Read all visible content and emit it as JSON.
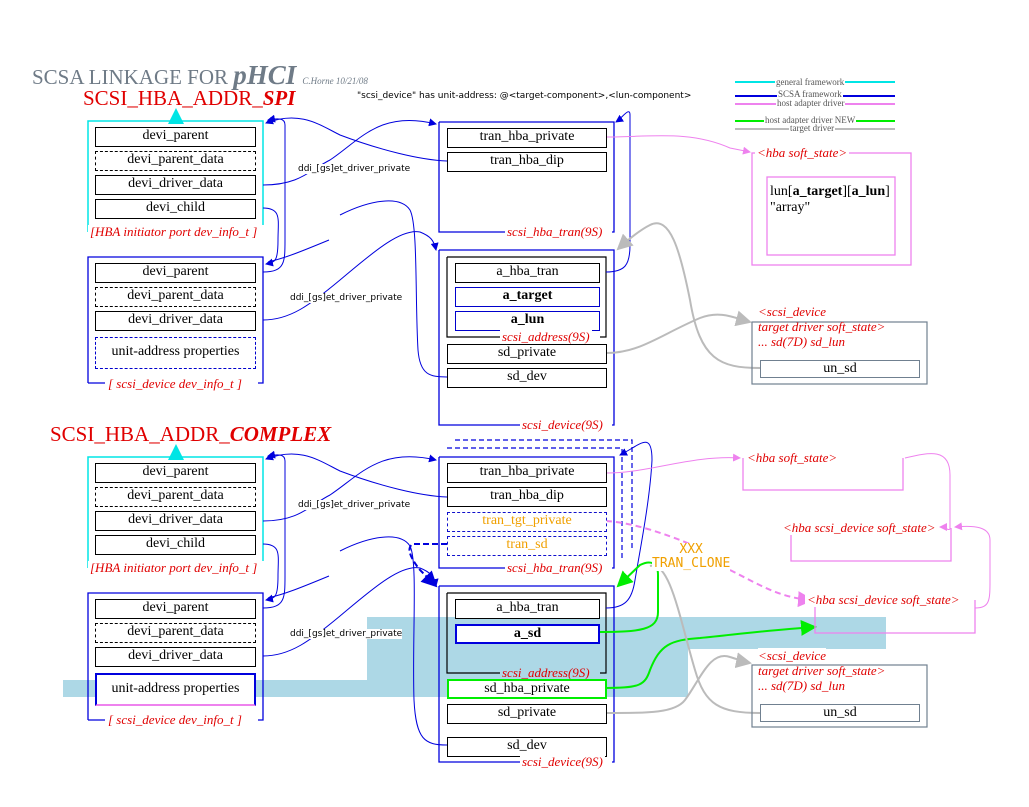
{
  "title": {
    "main": "SCSA LINKAGE FOR ",
    "emph": "pHCI",
    "author": "C.Horne 10/21/08"
  },
  "note_unit_address": "\"scsi_device\" has unit-address: @<target-component>,<lun-component>",
  "legend": [
    {
      "label": "general framework",
      "color": "#00e5e5"
    },
    {
      "label": "SCSA framework",
      "color": "#0000dd"
    },
    {
      "label": "host adapter driver",
      "color": "#ee82ee"
    },
    {
      "label": "host adapter driver NEW",
      "color": "#00ee00"
    },
    {
      "label": "target driver",
      "color": "#bbbbbb"
    }
  ],
  "spi": {
    "heading_prefix": "SCSI_HBA_ADDR_",
    "heading_emph": "SPI",
    "hba_devinfo": {
      "fields": [
        "devi_parent",
        "devi_parent_data",
        "devi_driver_data",
        "devi_child"
      ],
      "caption": "[HBA initiator port dev_info_t ]"
    },
    "scsi_devinfo": {
      "fields": [
        "devi_parent",
        "devi_parent_data",
        "devi_driver_data",
        "unit-address properties"
      ],
      "caption": "[ scsi_device dev_info_t ]"
    },
    "ddi_label_1": "ddi_[gs]et_driver_private",
    "ddi_label_2": "ddi_[gs]et_driver_private",
    "hba_tran": {
      "fields": [
        "tran_hba_private",
        "tran_hba_dip"
      ],
      "caption": "scsi_hba_tran(9S)"
    },
    "scsi_address": {
      "fields": [
        "a_hba_tran",
        "a_target",
        "a_lun"
      ],
      "caption": "scsi_address(9S)"
    },
    "scsi_device": {
      "fields": [
        "sd_private",
        "sd_dev"
      ],
      "caption": "scsi_device(9S)"
    },
    "hba_soft_state": {
      "label": "<hba soft_state>",
      "line1": "lun[a_target][a_lun]",
      "line1_plain": "lun[",
      "t": "a_target",
      "mid": "][",
      "l": "a_lun",
      "end": "]",
      "line2": "\"array\""
    },
    "target_soft_state": {
      "lines": [
        "<scsi_device",
        "target driver soft_state>",
        "... sd(7D) sd_lun"
      ],
      "field": "un_sd"
    }
  },
  "complex": {
    "heading_prefix": "SCSI_HBA_ADDR_",
    "heading_emph": "COMPLEX",
    "hba_devinfo": {
      "fields": [
        "devi_parent",
        "devi_parent_data",
        "devi_driver_data",
        "devi_child"
      ],
      "caption": "[HBA initiator port dev_info_t ]"
    },
    "scsi_devinfo": {
      "fields": [
        "devi_parent",
        "devi_parent_data",
        "devi_driver_data",
        "unit-address properties"
      ],
      "caption": "[ scsi_device dev_info_t ]"
    },
    "ddi_label_1": "ddi_[gs]et_driver_private",
    "ddi_label_2": "ddi_[gs]et_driver_private",
    "hba_tran": {
      "fields": [
        "tran_hba_private",
        "tran_hba_dip",
        "tran_tgt_private",
        "tran_sd"
      ],
      "caption": "scsi_hba_tran(9S)"
    },
    "scsi_address": {
      "fields": [
        "a_hba_tran",
        "a_sd"
      ],
      "caption": "scsi_address(9S)"
    },
    "scsi_device": {
      "fields": [
        "sd_hba_private",
        "sd_private",
        "sd_dev"
      ],
      "caption": "scsi_device(9S)"
    },
    "tran_clone": {
      "line1": "XXX",
      "line2": "TRAN_CLONE"
    },
    "hba_soft_state": {
      "label": "<hba soft_state>"
    },
    "hba_scsi_device_soft_state_1": {
      "label": "<hba scsi_device soft_state>"
    },
    "hba_scsi_device_soft_state_2": {
      "label": "<hba scsi_device soft_state>"
    },
    "target_soft_state": {
      "lines": [
        "<scsi_device",
        "target driver soft_state>",
        "... sd(7D) sd_lun"
      ],
      "field": "un_sd"
    }
  }
}
